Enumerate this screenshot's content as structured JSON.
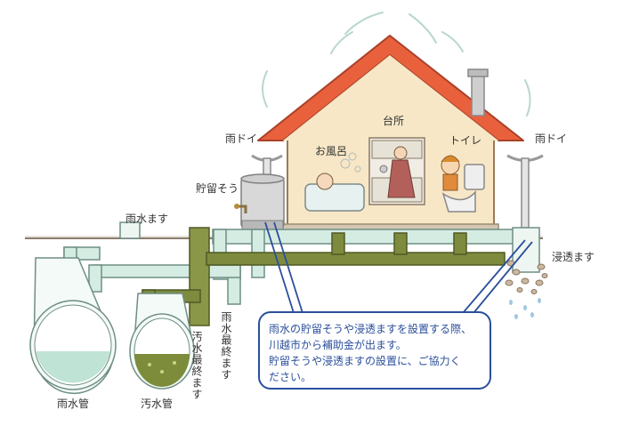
{
  "labels": {
    "amadoi_left": "雨ドイ",
    "amadoi_right": "雨ドイ",
    "daidokoro": "台所",
    "ofuro": "お風呂",
    "toire": "トイレ",
    "chouryuusou": "貯留そう",
    "usuimasu": "雨水ます",
    "shintoumasu": "浸透ます",
    "usuikan": "雨水管",
    "osuikan": "汚水管",
    "osui_saishuu": "汚水最終ます",
    "usui_saishuu": "雨水最終ます"
  },
  "callout": {
    "line1": "雨水の貯留そうや浸透ますを設置する際、",
    "line2": "川越市から補助金が出ます。",
    "line3": "貯留そうや浸透ますの設置に、ご協力く",
    "line4": "ださい。"
  },
  "colors": {
    "accent": "#2b4f9c",
    "roof": "#e8613c",
    "wall": "#f7e7c6",
    "rain_pipe": "#d5ece2",
    "sewage_pipe": "#7e8b3e",
    "rain_water": "#bfe3d4",
    "sewage_water": "#7c8c3a"
  }
}
